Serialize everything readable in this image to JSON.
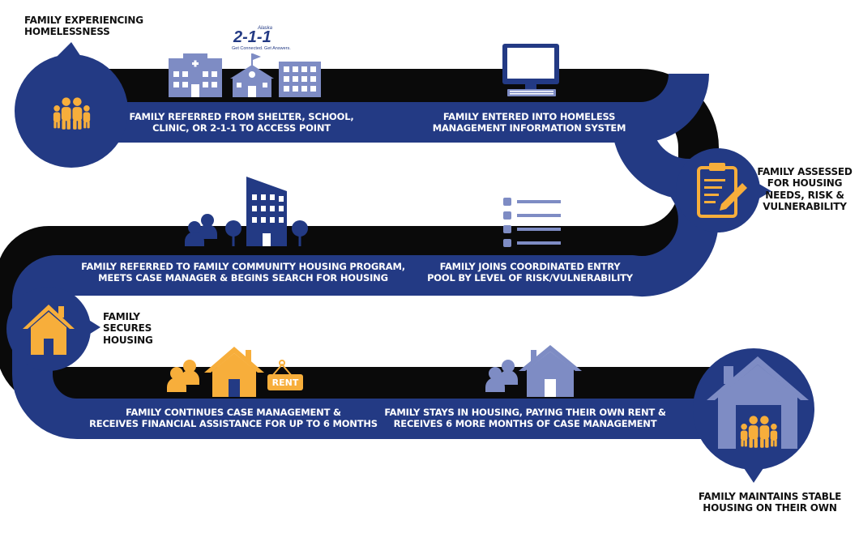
{
  "steps": {
    "experiencing": [
      "FAMILY EXPERIENCING",
      "HOMELESSNESS"
    ],
    "referred": [
      "FAMILY REFERRED FROM SHELTER, SCHOOL,",
      "CLINIC, OR 2-1-1 TO ACCESS POINT"
    ],
    "hmis": [
      "FAMILY ENTERED INTO HOMELESS",
      "MANAGEMENT INFORMATION SYSTEM"
    ],
    "assessed": [
      "FAMILY ASSESSED",
      "FOR HOUSING",
      "NEEDS, RISK &",
      "VULNERABILITY"
    ],
    "pool": [
      "FAMILY JOINS COORDINATED ENTRY",
      "POOL BY LEVEL OF RISK/VULNERABILITY"
    ],
    "program": [
      "FAMILY REFERRED TO FAMILY COMMUNITY HOUSING PROGRAM,",
      "MEETS CASE MANAGER & BEGINS SEARCH FOR HOUSING"
    ],
    "secures": [
      "FAMILY",
      "SECURES",
      "HOUSING"
    ],
    "continues": [
      "FAMILY CONTINUES CASE MANAGEMENT &",
      "RECEIVES FINANCIAL ASSISTANCE FOR UP TO 6 MONTHS"
    ],
    "stays": [
      "FAMILY STAYS IN HOUSING, PAYING THEIR OWN RENT &",
      "RECEIVES 6 MORE MONTHS OF CASE MANAGEMENT"
    ],
    "maintains": [
      "FAMILY MAINTAINS STABLE",
      "HOUSING ON THEIR OWN"
    ]
  },
  "logo_211": {
    "top": "Alaska",
    "number": "2-1-1",
    "tagline": "Get Connected. Get Answers."
  },
  "rent_sign": "RENT",
  "icons": {
    "start": "family-icon",
    "access_points": [
      "hospital-icon",
      "school-icon",
      "office-building-icon"
    ],
    "hmis": "computer-monitor-icon",
    "assessed": "clipboard-icon",
    "pool": "checklist-icon",
    "program": [
      "people-icon",
      "tree-icon",
      "apartment-building-icon",
      "tree-icon"
    ],
    "secures": "house-icon",
    "continues": [
      "people-icon",
      "house-icon",
      "rent-sign-icon"
    ],
    "stays": [
      "people-icon",
      "house-icon"
    ],
    "maintains": "house-with-family-icon"
  },
  "colors": {
    "road": "#233a84",
    "road_shadow": "#0a0a0a",
    "accent": "#f7ae3b",
    "icon_light": "#7e8cc4",
    "text_dark": "#111111",
    "text_light": "#ffffff"
  }
}
